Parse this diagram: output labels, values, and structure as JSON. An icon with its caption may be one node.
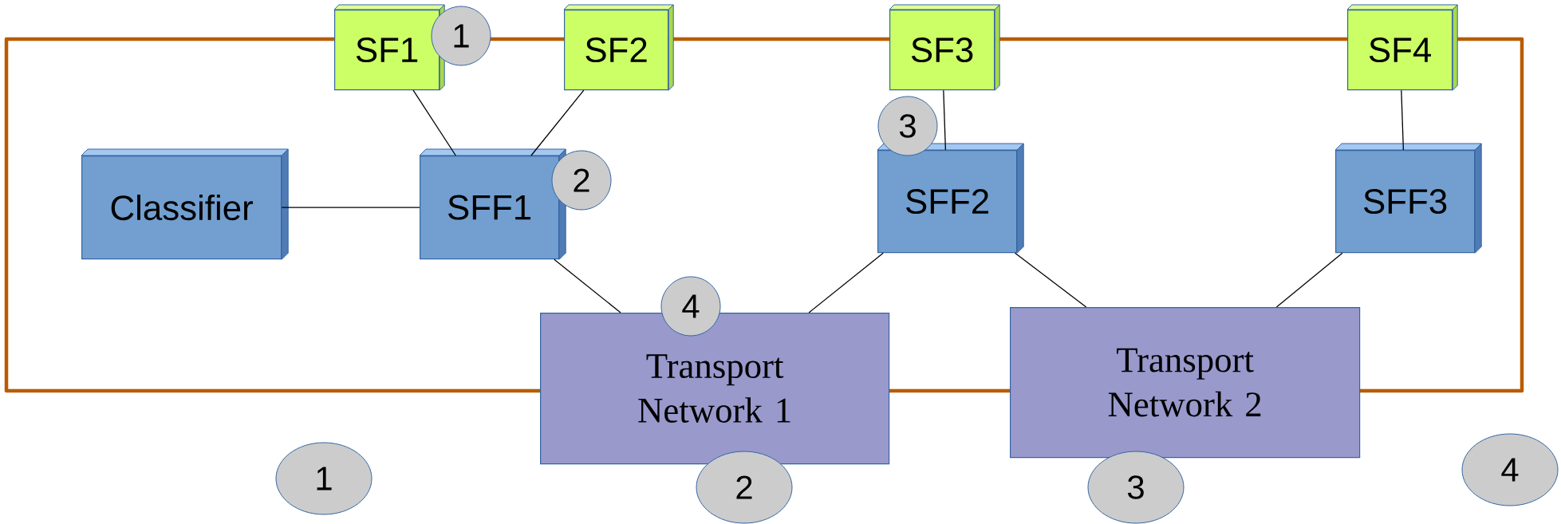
{
  "diagram": {
    "nodes": [
      {
        "text": [
          "SF1"
        ]
      },
      {
        "text": [
          "1"
        ]
      },
      {
        "text": [
          "SF2"
        ]
      },
      {
        "text": [
          "SF3"
        ]
      },
      {
        "text": [
          "SF4"
        ]
      },
      {
        "text": [
          "3"
        ]
      },
      {
        "text": [
          "Classifier"
        ]
      },
      {
        "text": [
          "SFF1"
        ]
      },
      {
        "text": [
          "2"
        ]
      },
      {
        "text": [
          "SFF2"
        ]
      },
      {
        "text": [
          "SFF3"
        ]
      },
      {
        "text": [
          "4"
        ]
      },
      {
        "text": [
          "Transport Network 1"
        ]
      },
      {
        "text": [
          "Transport Network 2"
        ]
      },
      {
        "text": [
          "1"
        ]
      },
      {
        "text": [
          "2"
        ]
      },
      {
        "text": [
          "3"
        ]
      },
      {
        "text": [
          "4"
        ]
      }
    ],
    "edges": [
      {
        "from": 6,
        "to": 7,
        "arrow": "none"
      },
      {
        "from": 0,
        "to": 7,
        "arrow": "none"
      },
      {
        "from": 2,
        "to": 7,
        "arrow": "none"
      },
      {
        "from": 7,
        "to": 12,
        "arrow": "none"
      },
      {
        "from": 9,
        "to": 12,
        "arrow": "none"
      },
      {
        "from": 9,
        "to": 13,
        "arrow": "none"
      },
      {
        "from": 3,
        "to": 9,
        "arrow": "none"
      },
      {
        "from": 4,
        "to": 10,
        "arrow": "none"
      },
      {
        "from": 10,
        "to": 13,
        "arrow": "none"
      }
    ]
  }
}
